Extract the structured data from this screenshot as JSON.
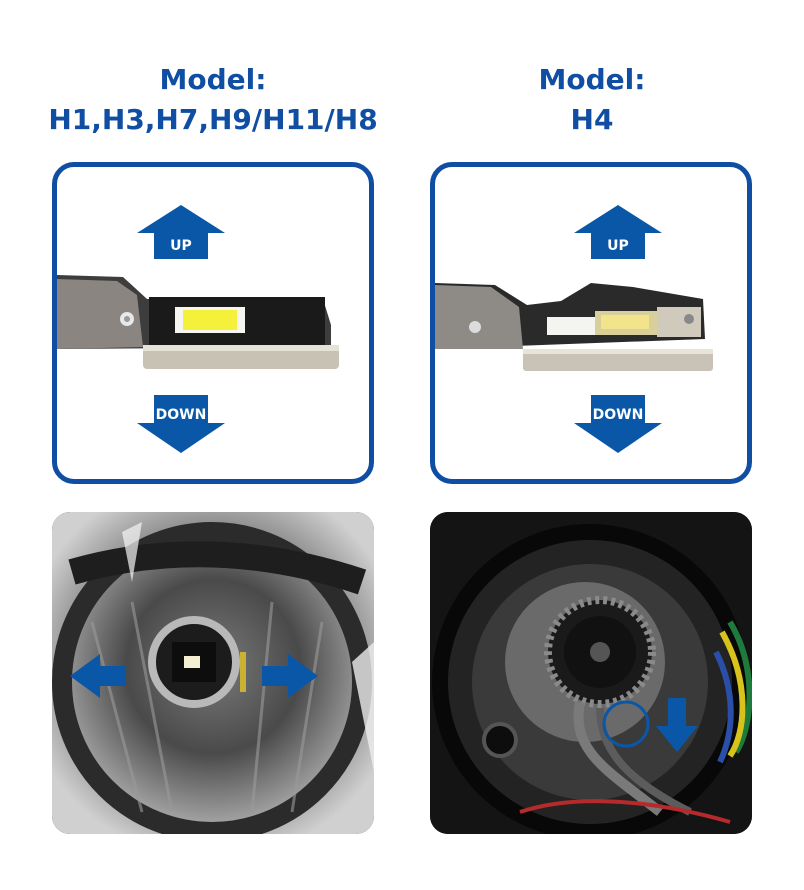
{
  "left": {
    "title_line1": "Model:",
    "title_line2": "H1,H3,H7,H9/H11/H8",
    "up_label": "UP",
    "down_label": "DOWN"
  },
  "right": {
    "title_line1": "Model:",
    "title_line2": "H4",
    "up_label": "UP",
    "down_label": "DOWN"
  },
  "colors": {
    "brand_blue": "#0f4ea3",
    "arrow_blue": "#0a57a8"
  },
  "icons": {
    "up": "arrow-up-icon",
    "down": "arrow-down-icon",
    "left": "arrow-left-icon",
    "right": "arrow-right-icon"
  }
}
